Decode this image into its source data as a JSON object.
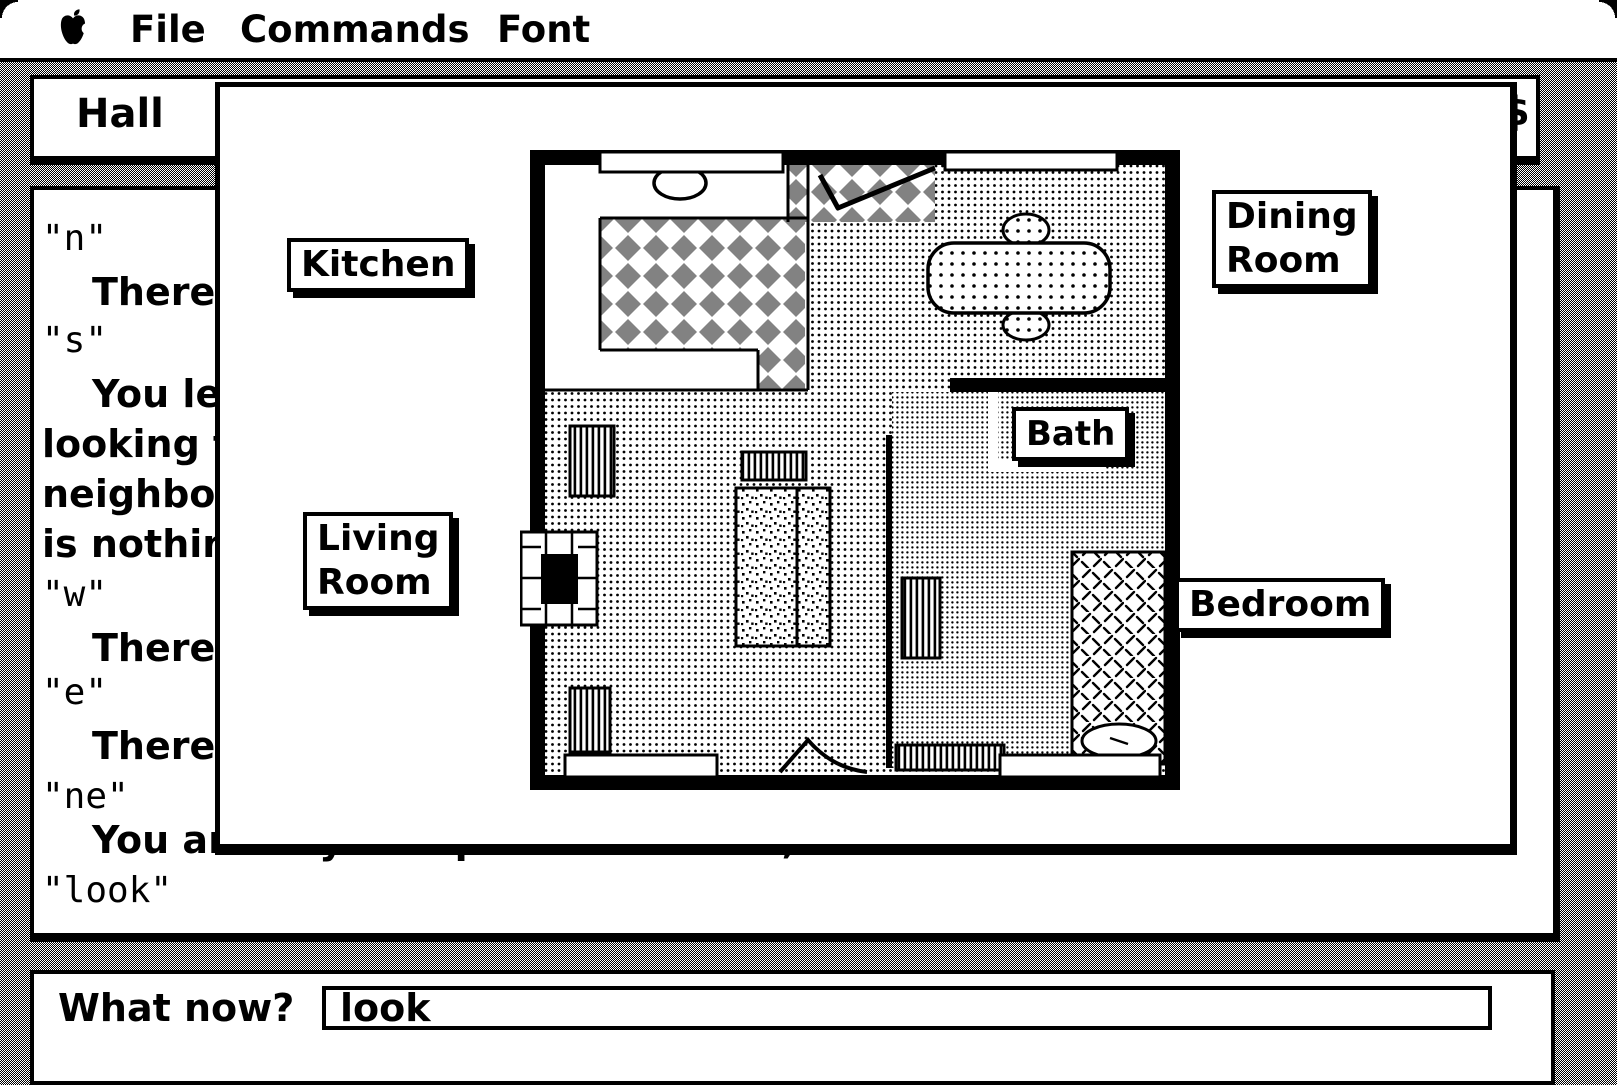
{
  "menu": {
    "apple_icon": "apple-icon",
    "items": [
      "File",
      "Commands",
      "Font"
    ]
  },
  "hall_window": {
    "title": "Hall",
    "clipped_glyph": "$"
  },
  "map_window": {
    "labels": {
      "kitchen": {
        "line1": "Kitchen"
      },
      "dining": {
        "line1": "Dining",
        "line2": "Room"
      },
      "bath": {
        "line1": "Bath"
      },
      "living": {
        "line1": "Living",
        "line2": "Room"
      },
      "bedroom": {
        "line1": "Bedroom"
      }
    }
  },
  "text_window": {
    "lines": [
      {
        "style": "narration",
        "text": "There"
      },
      {
        "style": "command",
        "text": "\"n\""
      },
      {
        "style": "narration",
        "text": "There"
      },
      {
        "style": "command",
        "text": "\"s\""
      },
      {
        "style": "narration",
        "text": "You le"
      },
      {
        "style": "narration",
        "text": "looking t"
      },
      {
        "style": "narration",
        "text": "neighbo"
      },
      {
        "style": "narration",
        "text": "is nothin"
      },
      {
        "style": "command",
        "text": "\"w\""
      },
      {
        "style": "narration",
        "text": "There"
      },
      {
        "style": "command",
        "text": "\"e\""
      },
      {
        "style": "narration",
        "text": "There"
      },
      {
        "style": "command",
        "text": "\"ne\""
      },
      {
        "style": "narration",
        "text": "You a",
        "continuation": "re in your apartment's hall; there are main rooms here"
      },
      {
        "style": "command",
        "text": "\"look\""
      }
    ]
  },
  "command_window": {
    "prompt": "What now?",
    "input_value": "look"
  },
  "colors": {
    "ink": "#000000",
    "paper": "#ffffff",
    "checker_diamond": "#828282"
  }
}
